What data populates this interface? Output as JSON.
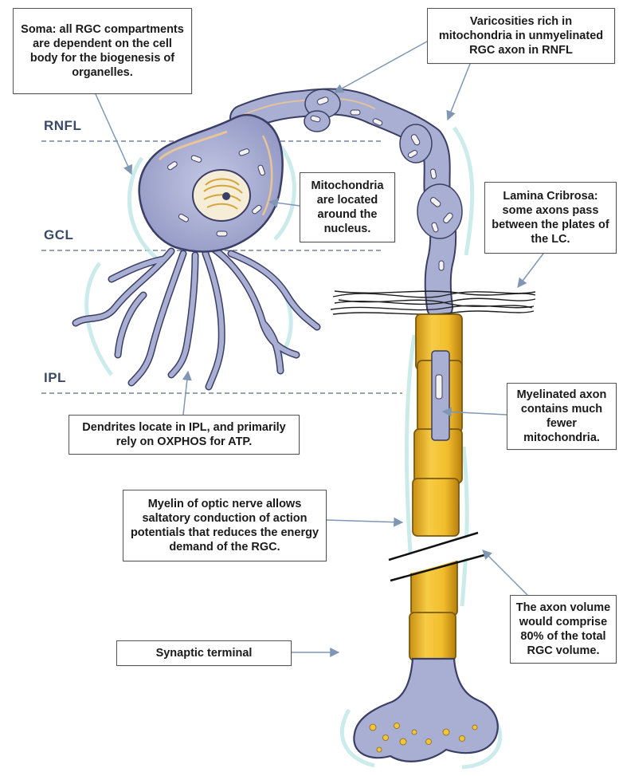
{
  "layers": {
    "rnfl": "RNFL",
    "gcl": "GCL",
    "ipl": "IPL"
  },
  "callouts": {
    "soma": "Soma: all RGC compartments are dependent on the cell body for the biogenesis of organelles.",
    "varicosities": "Varicosities rich in mitochondria in unmyelinated RGC axon in RNFL",
    "mitochondria": "Mitochondria are located around the nucleus.",
    "lamina": "Lamina Cribrosa: some axons pass between the plates of the LC.",
    "dendrites": "Dendrites locate in IPL, and primarily rely on OXPHOS for ATP.",
    "myelinated": "Myelinated axon contains much fewer mitochondria.",
    "myelin_optic": "Myelin of optic nerve allows saltatory conduction of action potentials that reduces the energy demand of the RGC.",
    "axon_volume": "The axon volume would comprise 80% of the total RGC volume.",
    "synaptic": "Synaptic terminal"
  },
  "colors": {
    "neuron_fill": "#a9aed3",
    "neuron_outline": "#3b3e66",
    "neuron_rim": "#f0c890",
    "myelin": "#f2bd2c",
    "myelin_outline": "#7a5a10",
    "arrow": "#7f97b5",
    "layer_line": "#5a6a88",
    "glow": "#bfe6e6"
  }
}
